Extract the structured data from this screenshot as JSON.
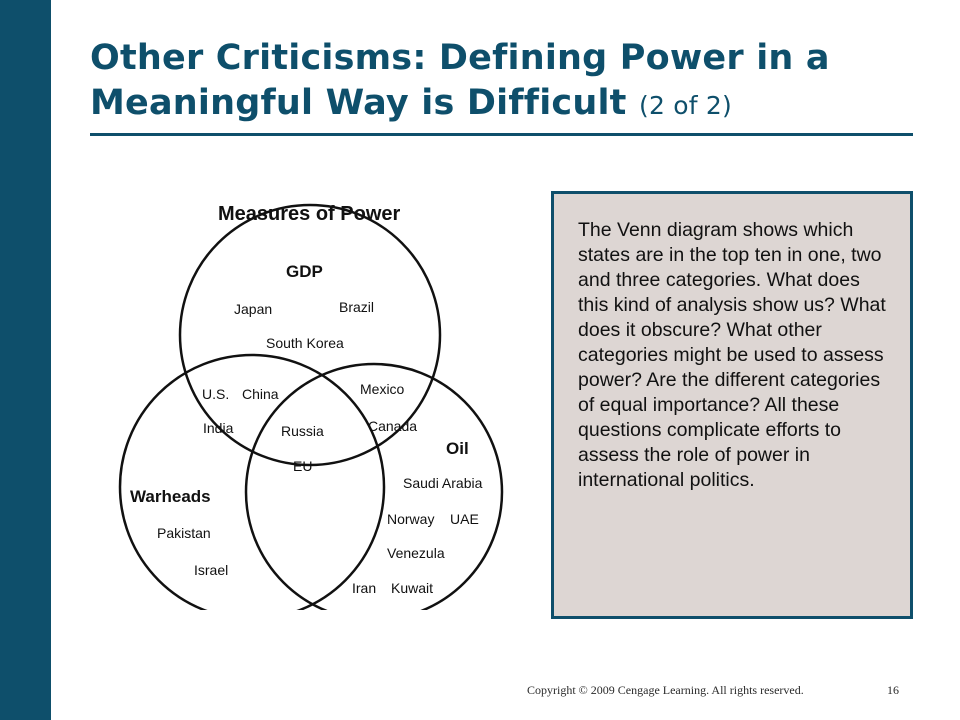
{
  "slide": {
    "title": "Other Criticisms: Defining Power in a Meaningful Way is Difficult",
    "title_suffix": "(2 of 2)"
  },
  "diagram": {
    "heading": "Measures of Power",
    "sets": {
      "gdp": "GDP",
      "oil": "Oil",
      "warheads": "Warheads"
    },
    "members": {
      "gdp_only": [
        "Japan",
        "Brazil",
        "South Korea"
      ],
      "gdp_warheads": [
        "U.S.",
        "China",
        "India"
      ],
      "gdp_oil": [
        "Mexico",
        "Canada"
      ],
      "all_three": [
        "Russia",
        "EU"
      ],
      "oil_only": [
        "Saudi Arabia",
        "Norway",
        "UAE",
        "Venezula",
        "Iran",
        "Kuwait"
      ],
      "warheads_only": [
        "Pakistan",
        "Israel"
      ]
    }
  },
  "callout": {
    "text": "The Venn diagram shows which states are in the top ten in one, two and three categories. What does this kind of analysis show us? What does it obscure? What other categories might be used to assess power? Are the different categories of equal importance? All these questions complicate efforts to assess the role of power in international politics."
  },
  "footer": {
    "copyright": "Copyright © 2009 Cengage Learning. All rights reserved.",
    "page_number": "16"
  },
  "colors": {
    "brand_teal": "#0e4f6b",
    "callout_bg": "#ddd6d3"
  }
}
